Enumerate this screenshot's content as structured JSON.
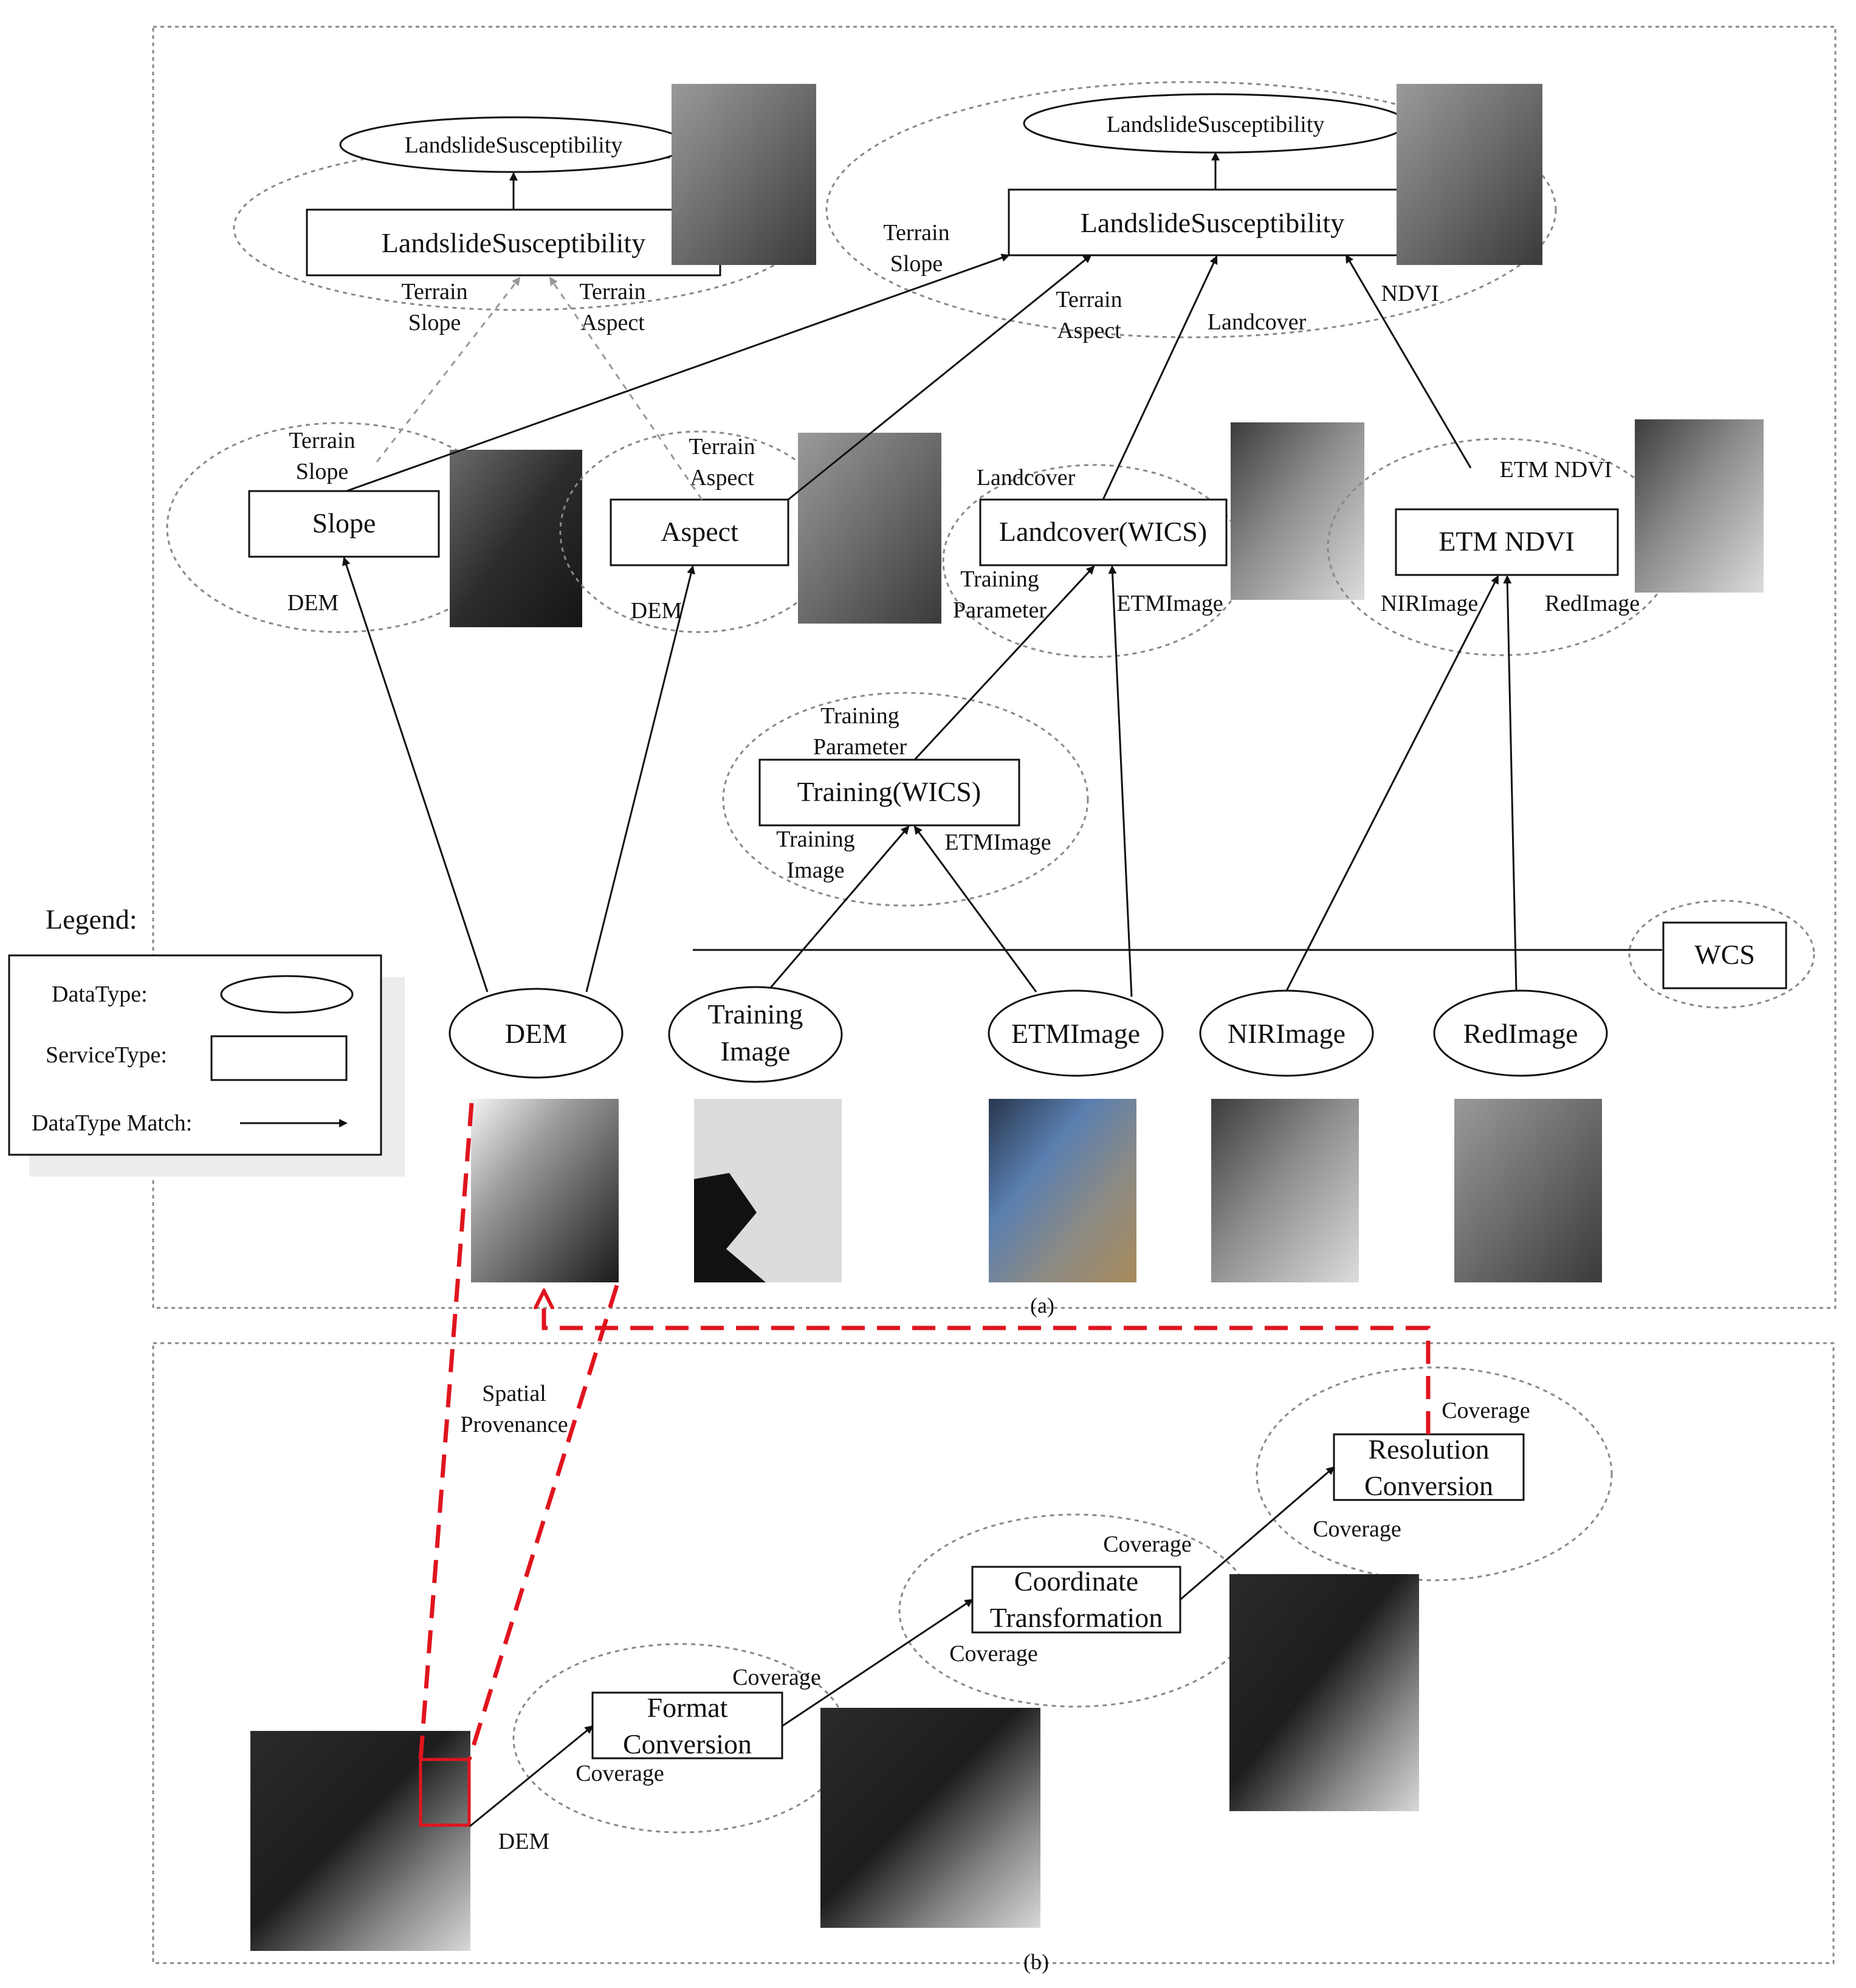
{
  "panels": {
    "a_caption": "(a)",
    "b_caption": "(b)"
  },
  "legend": {
    "title": "Legend:",
    "datatype_label": "DataType:",
    "servicetype_label": "ServiceType:",
    "match_label": "DataType Match:"
  },
  "services": {
    "ls1": "LandslideSusceptibility",
    "ls2": "LandslideSusceptibility",
    "slope": "Slope",
    "aspect": "Aspect",
    "landcover": "Landcover(WICS)",
    "etmndvi": "ETM NDVI",
    "training": "Training(WICS)",
    "wcs": "WCS",
    "format_1": "Format",
    "format_2": "Conversion",
    "coord_1": "Coordinate",
    "coord_2": "Transformation",
    "res_1": "Resolution",
    "res_2": "Conversion"
  },
  "datatypes": {
    "ls1_out": "LandslideSusceptibility",
    "ls2_out": "LandslideSusceptibility",
    "dem": "DEM",
    "training_1": "Training",
    "training_2": "Image",
    "etm": "ETMImage",
    "nir": "NIRImage",
    "red": "RedImage"
  },
  "labels": {
    "ls1_terrain_slope_1": "Terrain",
    "ls1_terrain_slope_2": "Slope",
    "ls1_terrain_aspect_1": "Terrain",
    "ls1_terrain_aspect_2": "Aspect",
    "ls2_terrain_slope_1": "Terrain",
    "ls2_terrain_slope_2": "Slope",
    "ls2_terrain_aspect_1": "Terrain",
    "ls2_terrain_aspect_2": "Aspect",
    "ls2_landcover": "Landcover",
    "ls2_ndvi": "NDVI",
    "slope_out_1": "Terrain",
    "slope_out_2": "Slope",
    "slope_in": "DEM",
    "aspect_out_1": "Terrain",
    "aspect_out_2": "Aspect",
    "aspect_in": "DEM",
    "landcover_out": "Landcover",
    "landcover_tp_1": "Training",
    "landcover_tp_2": "Parameter",
    "landcover_etm": "ETMImage",
    "ndvi_out": "ETM NDVI",
    "ndvi_nir": "NIRImage",
    "ndvi_red": "RedImage",
    "training_out_1": "Training",
    "training_out_2": "Parameter",
    "training_ti_1": "Training",
    "training_ti_2": "Image",
    "training_etm": "ETMImage",
    "spatial_1": "Spatial",
    "spatial_2": "Provenance",
    "dem_b": "DEM",
    "format_in": "Coverage",
    "format_out": "Coverage",
    "coord_in": "Coverage",
    "coord_out": "Coverage",
    "res_in": "Coverage",
    "res_out": "Coverage"
  },
  "colors": {
    "provenance": "#e0141e",
    "group_outline": "#888888"
  }
}
